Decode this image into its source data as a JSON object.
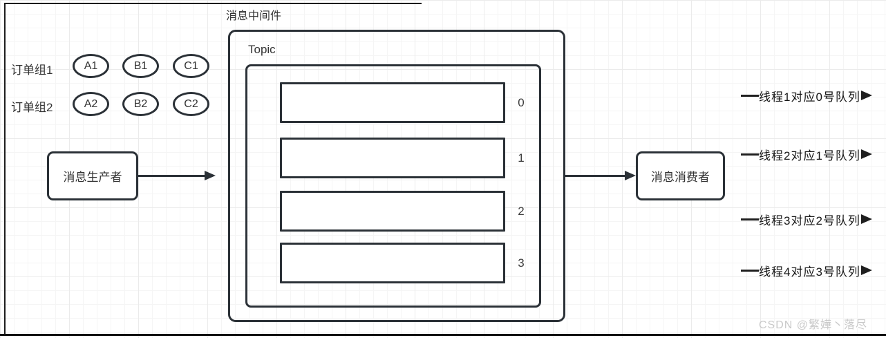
{
  "canvas": {
    "frame_color": "#1c1c1c",
    "shape_stroke_color": "#2b3137",
    "grid_minor_color": "#f5f5f5",
    "grid_major_color": "#ebebeb"
  },
  "groups": [
    {
      "label": "订单组1",
      "items": [
        "A1",
        "B1",
        "C1"
      ]
    },
    {
      "label": "订单组2",
      "items": [
        "A2",
        "B2",
        "C2"
      ]
    }
  ],
  "producer": {
    "label": "消息生产者"
  },
  "consumer": {
    "label": "消息消费者"
  },
  "middleware": {
    "title": "消息中间件",
    "topic_label": "Topic",
    "queues": [
      "0",
      "1",
      "2",
      "3"
    ]
  },
  "threads": [
    {
      "label": "线程1对应0号队列"
    },
    {
      "label": "线程2对应1号队列"
    },
    {
      "label": "线程3对应2号队列"
    },
    {
      "label": "线程4对应3号队列"
    }
  ],
  "watermark": "CSDN @繁嬅丶落尽"
}
